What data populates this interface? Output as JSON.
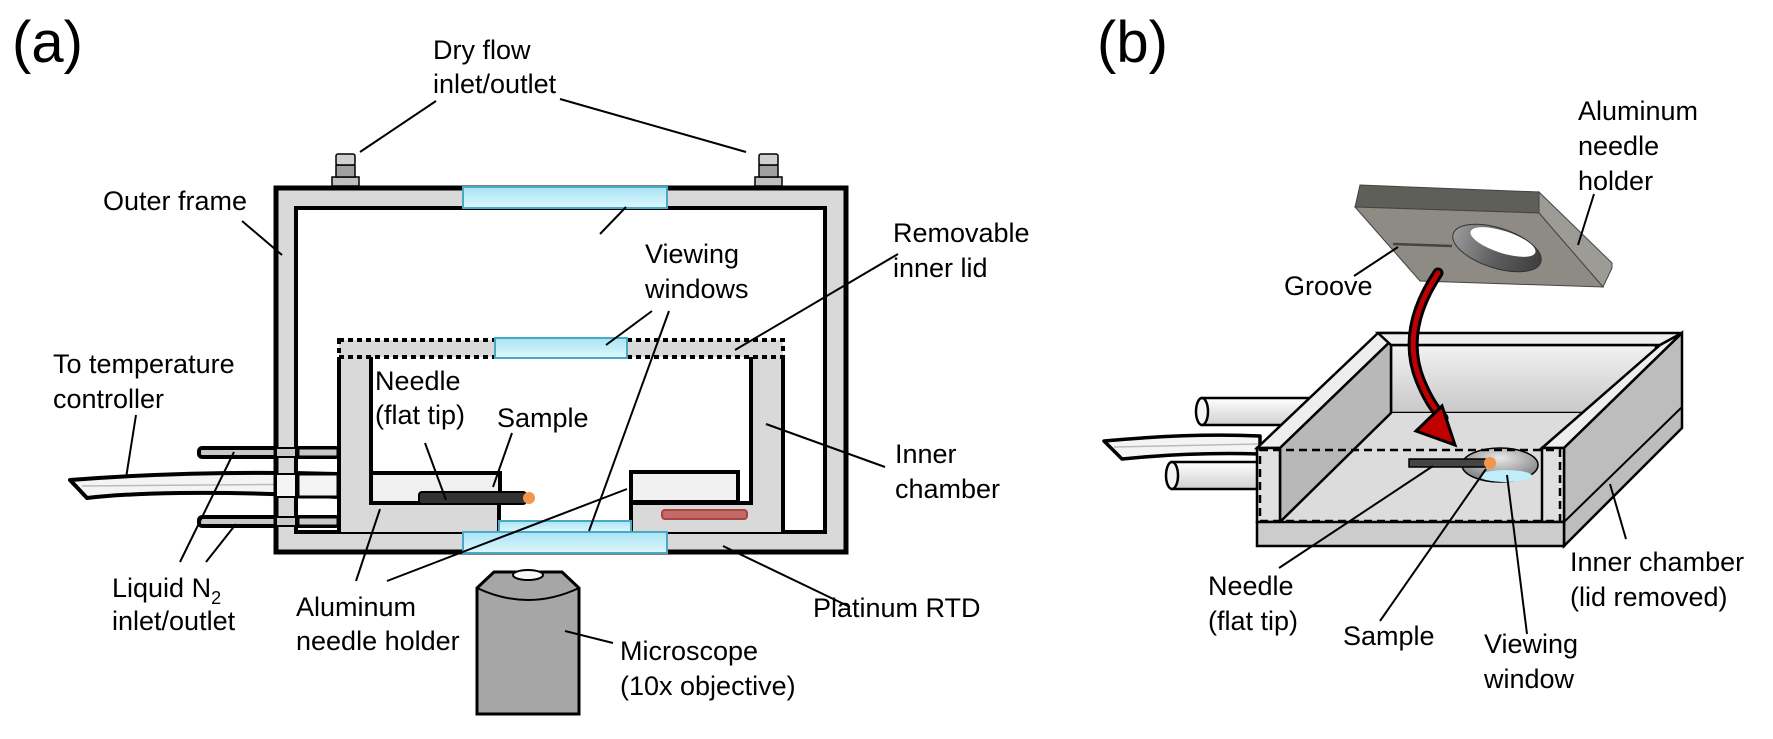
{
  "figure": {
    "panel_a": {
      "label": "(a)",
      "labels": {
        "dry_flow_line1": "Dry flow",
        "dry_flow_line2": "inlet/outlet",
        "outer_frame": "Outer frame",
        "viewing_windows_line1": "Viewing",
        "viewing_windows_line2": "windows",
        "removable_lid_line1": "Removable",
        "removable_lid_line2": "inner lid",
        "temp_controller_line1": "To temperature",
        "temp_controller_line2": "controller",
        "needle_line1": "Needle",
        "needle_line2": "(flat tip)",
        "sample": "Sample",
        "inner_chamber_line1": "Inner",
        "inner_chamber_line2": "chamber",
        "liquid_n2_line1": "Liquid N",
        "liquid_n2_subscript": "2",
        "liquid_n2_line2": "inlet/outlet",
        "aluminum_holder_line1": "Aluminum",
        "aluminum_holder_line2": "needle holder",
        "platinum_rtd": "Platinum RTD",
        "microscope_line1": "Microscope",
        "microscope_line2": "(10x objective)"
      }
    },
    "panel_b": {
      "label": "(b)",
      "labels": {
        "aluminum_holder_line1": "Aluminum",
        "aluminum_holder_line2": "needle",
        "aluminum_holder_line3": "holder",
        "groove": "Groove",
        "needle_line1": "Needle",
        "needle_line2": "(flat tip)",
        "sample": "Sample",
        "viewing_window_line1": "Viewing",
        "viewing_window_line2": "window",
        "inner_chamber_line1": "Inner chamber",
        "inner_chamber_line2": "(lid removed)"
      }
    },
    "colors": {
      "frame_gray": "#d9d9d9",
      "window_blue": "#bfeefa",
      "window_edge": "#4aa8c4",
      "sample_orange": "#f4964a",
      "rtd_red": "#a94442",
      "arrow_red": "#c00000",
      "microscope_gray": "#a6a6a6",
      "holder_gray": "#8e8b84"
    }
  }
}
